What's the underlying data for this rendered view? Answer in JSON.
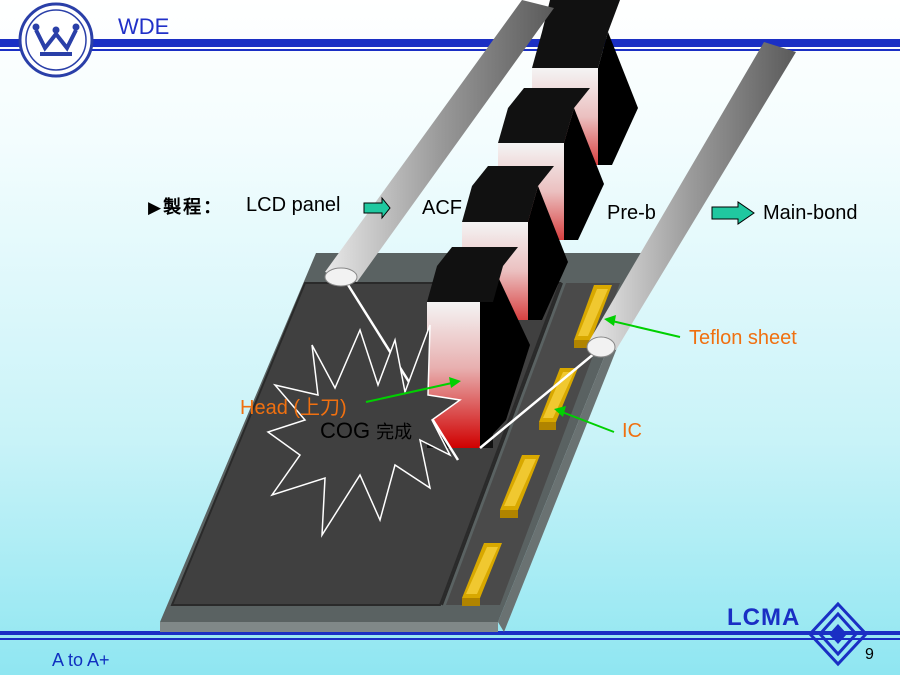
{
  "header": {
    "title": "WDE"
  },
  "footer": {
    "left_text": "A to A+",
    "page_number": "9",
    "brand": "LCMA"
  },
  "process": {
    "bullet": "▶",
    "label": "製程：",
    "steps": [
      "LCD panel",
      "ACF",
      "Pre-b",
      "Main-bond"
    ]
  },
  "callouts": {
    "teflon": "Teflon sheet",
    "ic": "IC",
    "head": "Head (上刀)",
    "cog": "COG",
    "cog_cn": "完成"
  },
  "colors": {
    "title_blue": "#2030c8",
    "rule_blue": "#1a2fc4",
    "callout_orange": "#f07010",
    "arrow_green": "#00d000",
    "process_arrow": "#20c8a0",
    "ic_gold": "#e0b000"
  },
  "icons": {
    "logo": "westinghouse-w-logo",
    "brand_mark": "diamond-spiral-icon",
    "process_arrow": "right-arrow-icon"
  }
}
